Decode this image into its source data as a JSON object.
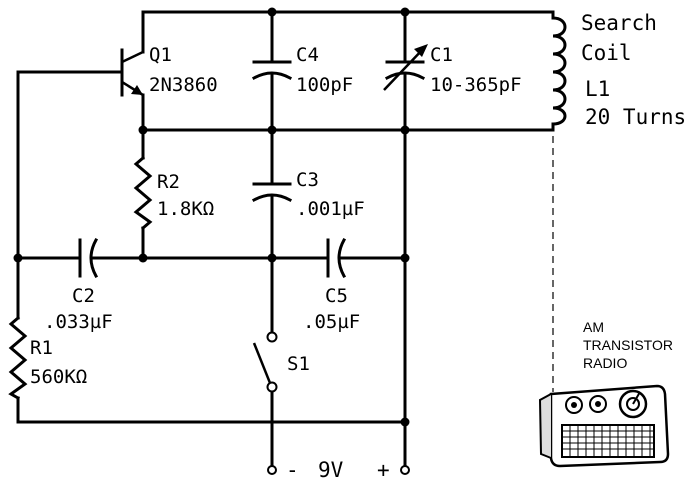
{
  "components": {
    "q1": {
      "ref": "Q1",
      "part": "2N3860"
    },
    "c4": {
      "ref": "C4",
      "value": "100pF"
    },
    "c1": {
      "ref": "C1",
      "value": "10-365pF"
    },
    "c3": {
      "ref": "C3",
      "value": ".001µF"
    },
    "c2": {
      "ref": "C2",
      "value": ".033µF"
    },
    "c5": {
      "ref": "C5",
      "value": ".05µF"
    },
    "r2": {
      "ref": "R2",
      "value": "1.8KΩ"
    },
    "r1": {
      "ref": "R1",
      "value": "560KΩ"
    },
    "s1": {
      "ref": "S1"
    },
    "l1": {
      "line1": "Search",
      "line2": "Coil",
      "ref": "L1",
      "turns": "20 Turns"
    }
  },
  "battery": {
    "minus": "-",
    "voltage": "9V",
    "plus": "+"
  },
  "radio": {
    "line1": "AM",
    "line2": "TRANSISTOR",
    "line3": "RADIO"
  },
  "colors": {
    "ink": "#000000",
    "background": "#ffffff"
  }
}
